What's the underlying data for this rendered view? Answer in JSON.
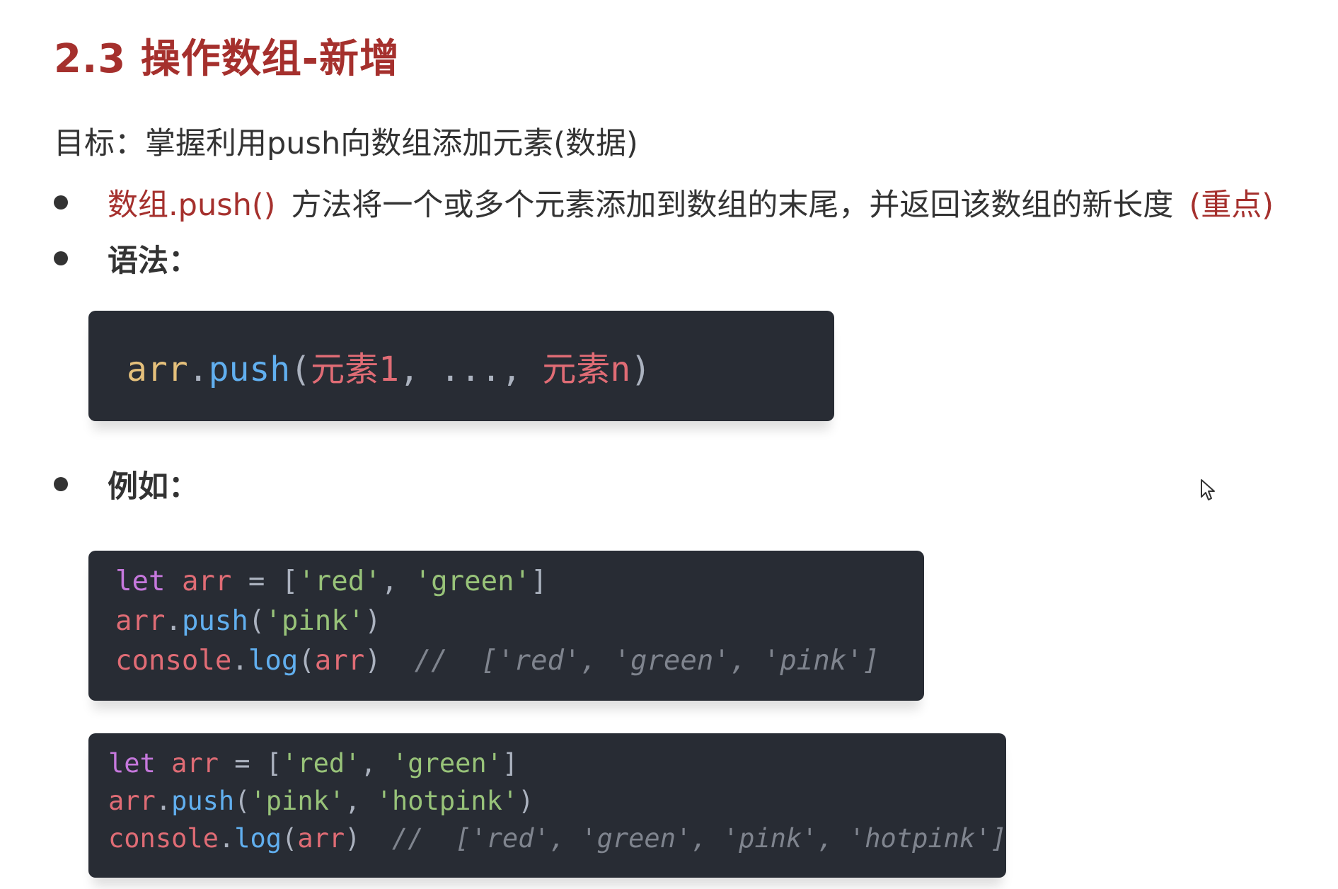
{
  "title": "2.3 操作数组-新增",
  "goal": "目标：掌握利用push向数组添加元素(数据)",
  "bullets": {
    "push_method": "数组.push()",
    "push_desc": "方法将一个或多个元素添加到数组的末尾，并返回该数组的新长度",
    "push_key": "(重点)",
    "syntax_label": "语法：",
    "example_label": "例如："
  },
  "syntax_code": {
    "obj": "arr",
    "dot": ".",
    "fn": "push",
    "open": "(",
    "p1": "元素1",
    "sep1": ", ",
    "dots": "...",
    "sep2": ", ",
    "pn": "元素n",
    "close": ")"
  },
  "example1": {
    "line1": {
      "kw": "let",
      "var": "arr",
      "op": " = [",
      "s1": "'red'",
      "c": ", ",
      "s2": "'green'",
      "end": "]"
    },
    "line2": {
      "obj": "arr",
      "dot": ".",
      "fn": "push",
      "open": "(",
      "s1": "'pink'",
      "close": ")"
    },
    "line3": {
      "obj": "console",
      "dot": ".",
      "fn": "log",
      "open": "(",
      "arg": "arr",
      "close": ")",
      "comment": "//  ['red', 'green', 'pink']"
    }
  },
  "example2": {
    "line1": {
      "kw": "let",
      "var": "arr",
      "op": " = [",
      "s1": "'red'",
      "c": ", ",
      "s2": "'green'",
      "end": "]"
    },
    "line2": {
      "obj": "arr",
      "dot": ".",
      "fn": "push",
      "open": "(",
      "s1": "'pink'",
      "c": ", ",
      "s2": "'hotpink'",
      "close": ")"
    },
    "line3": {
      "obj": "console",
      "dot": ".",
      "fn": "log",
      "open": "(",
      "arg": "arr",
      "close": ")",
      "comment": "//  ['red', 'green', 'pink', 'hotpink']"
    }
  },
  "colors": {
    "accent": "#a5302d",
    "code_bg": "#282c34"
  },
  "icons": {
    "cursor": "mouse-pointer-icon"
  }
}
